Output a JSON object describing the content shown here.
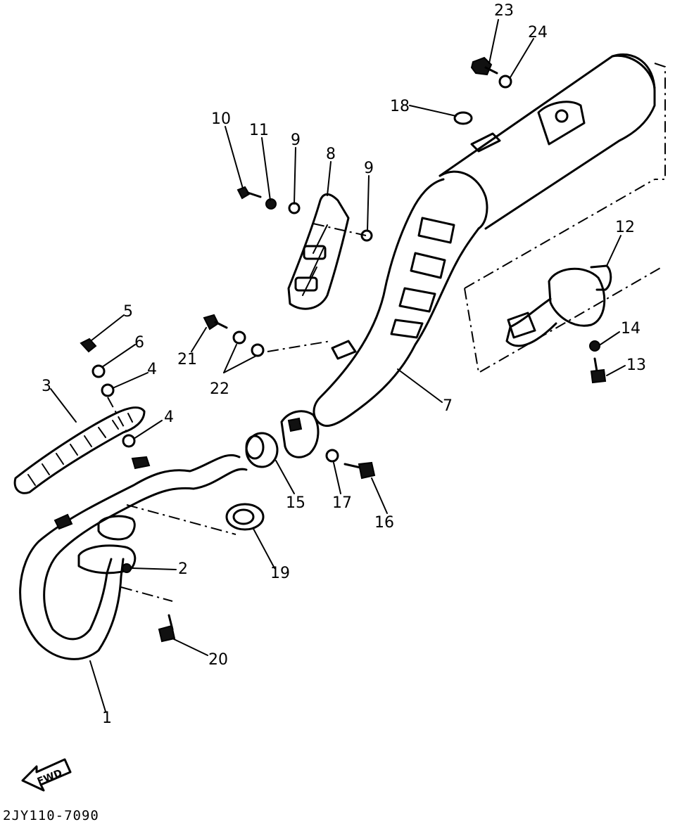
{
  "diagram": {
    "code": "2JY110-7090",
    "direction_label": "FWD",
    "callouts": [
      "1",
      "2",
      "3",
      "4",
      "4",
      "5",
      "6",
      "7",
      "8",
      "9",
      "9",
      "10",
      "11",
      "12",
      "13",
      "14",
      "15",
      "16",
      "17",
      "18",
      "19",
      "20",
      "21",
      "22",
      "23",
      "24"
    ]
  }
}
